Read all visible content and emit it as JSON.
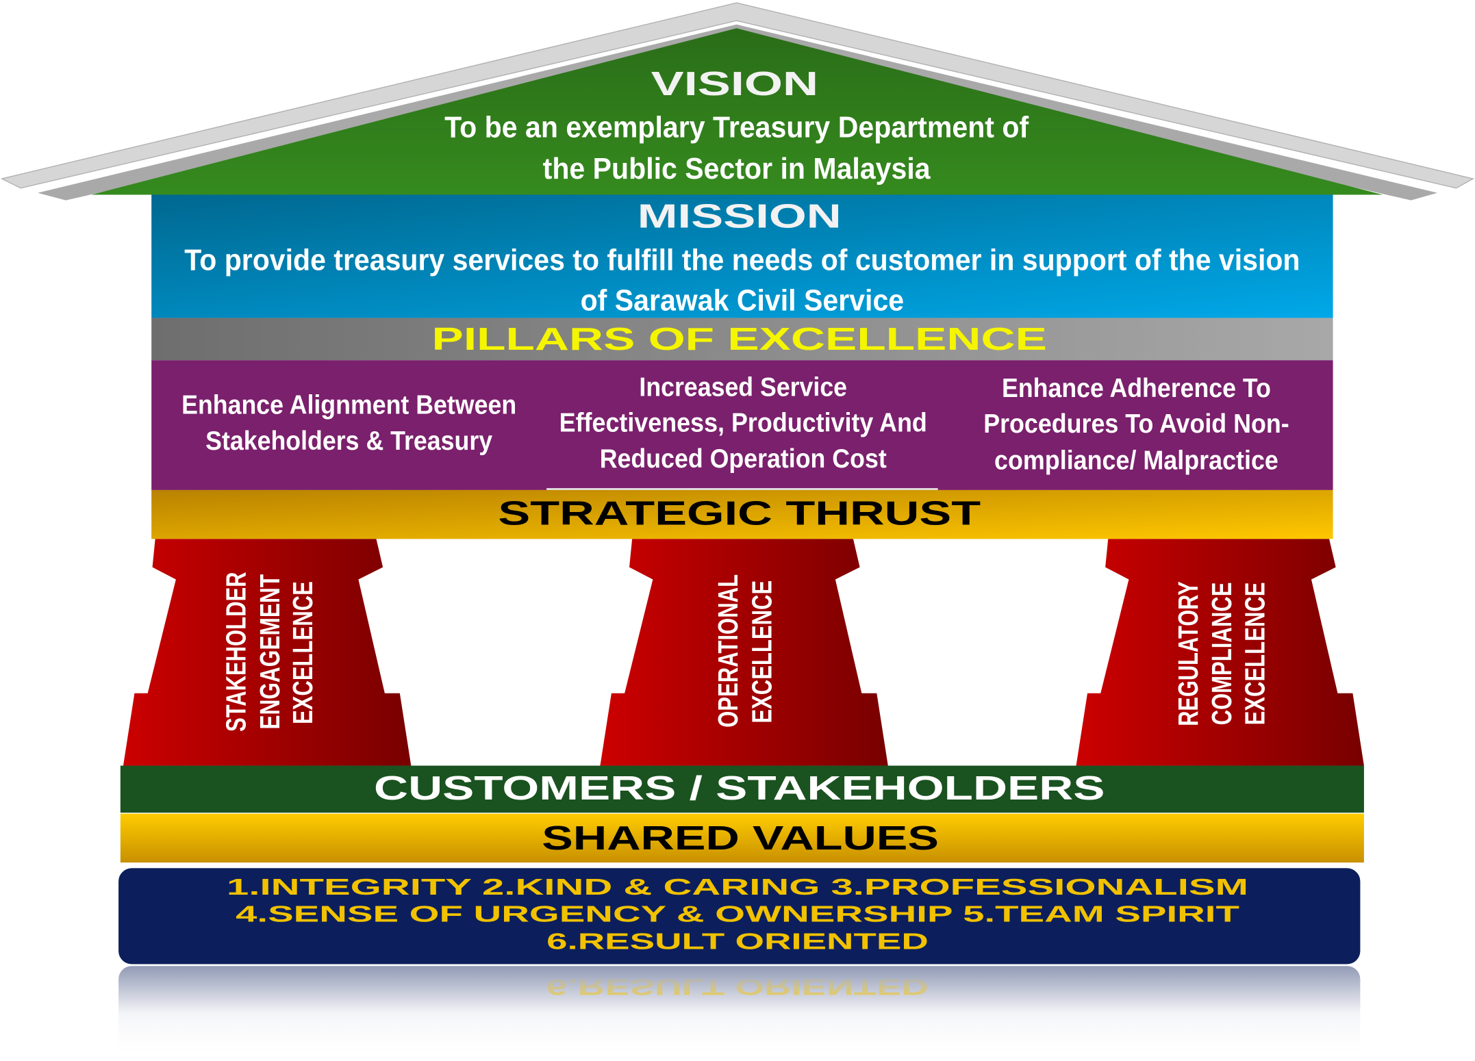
{
  "vision": {
    "title": "VISION",
    "lines": [
      "To be an exemplary Treasury Department of",
      "the Public Sector in Malaysia"
    ]
  },
  "mission": {
    "title": "MISSION",
    "lines": [
      "To provide treasury services to fulfill the needs of customer in support of the vision",
      "of Sarawak Civil Service"
    ]
  },
  "pillars_of_excellence": {
    "title": "PILLARS OF EXCELLENCE",
    "items": [
      {
        "lines": [
          "Enhance Alignment Between",
          "Stakeholders & Treasury"
        ]
      },
      {
        "lines": [
          "Increased Service",
          "Effectiveness, Productivity And",
          "Reduced Operation Cost"
        ]
      },
      {
        "lines": [
          "Enhance Adherence To",
          "Procedures To Avoid Non-",
          "compliance/ Malpractice"
        ]
      }
    ]
  },
  "strategic_thrust": {
    "title": "STRATEGIC THRUST",
    "columns": [
      {
        "lines": [
          "STAKEHOLDER",
          "ENGAGEMENT",
          "EXCELLENCE"
        ]
      },
      {
        "lines": [
          "OPERATIONAL",
          "EXCELLENCE"
        ]
      },
      {
        "lines": [
          "REGULATORY",
          "COMPLIANCE",
          "EXCELLENCE"
        ]
      }
    ]
  },
  "customers": {
    "title": "CUSTOMERS / STAKEHOLDERS"
  },
  "shared_values": {
    "title": "SHARED VALUES",
    "lines": [
      "1.INTEGRITY   2.KIND & CARING   3.PROFESSIONALISM",
      "4.SENSE OF URGENCY & OWNERSHIP   5.TEAM SPIRIT",
      "6.RESULT ORIENTED"
    ]
  },
  "colors": {
    "roof_green": "#2f7a1c",
    "mission_blue": "#0090cc",
    "pillars_gray": "#8a8a8a",
    "purple": "#7a206c",
    "gold": "#f2b800",
    "column_red": "#c00000",
    "customers_green": "#1a5220",
    "values_navy": "#0c1f5c",
    "values_text": "#f2c200",
    "pillars_title": "#f5f500"
  }
}
